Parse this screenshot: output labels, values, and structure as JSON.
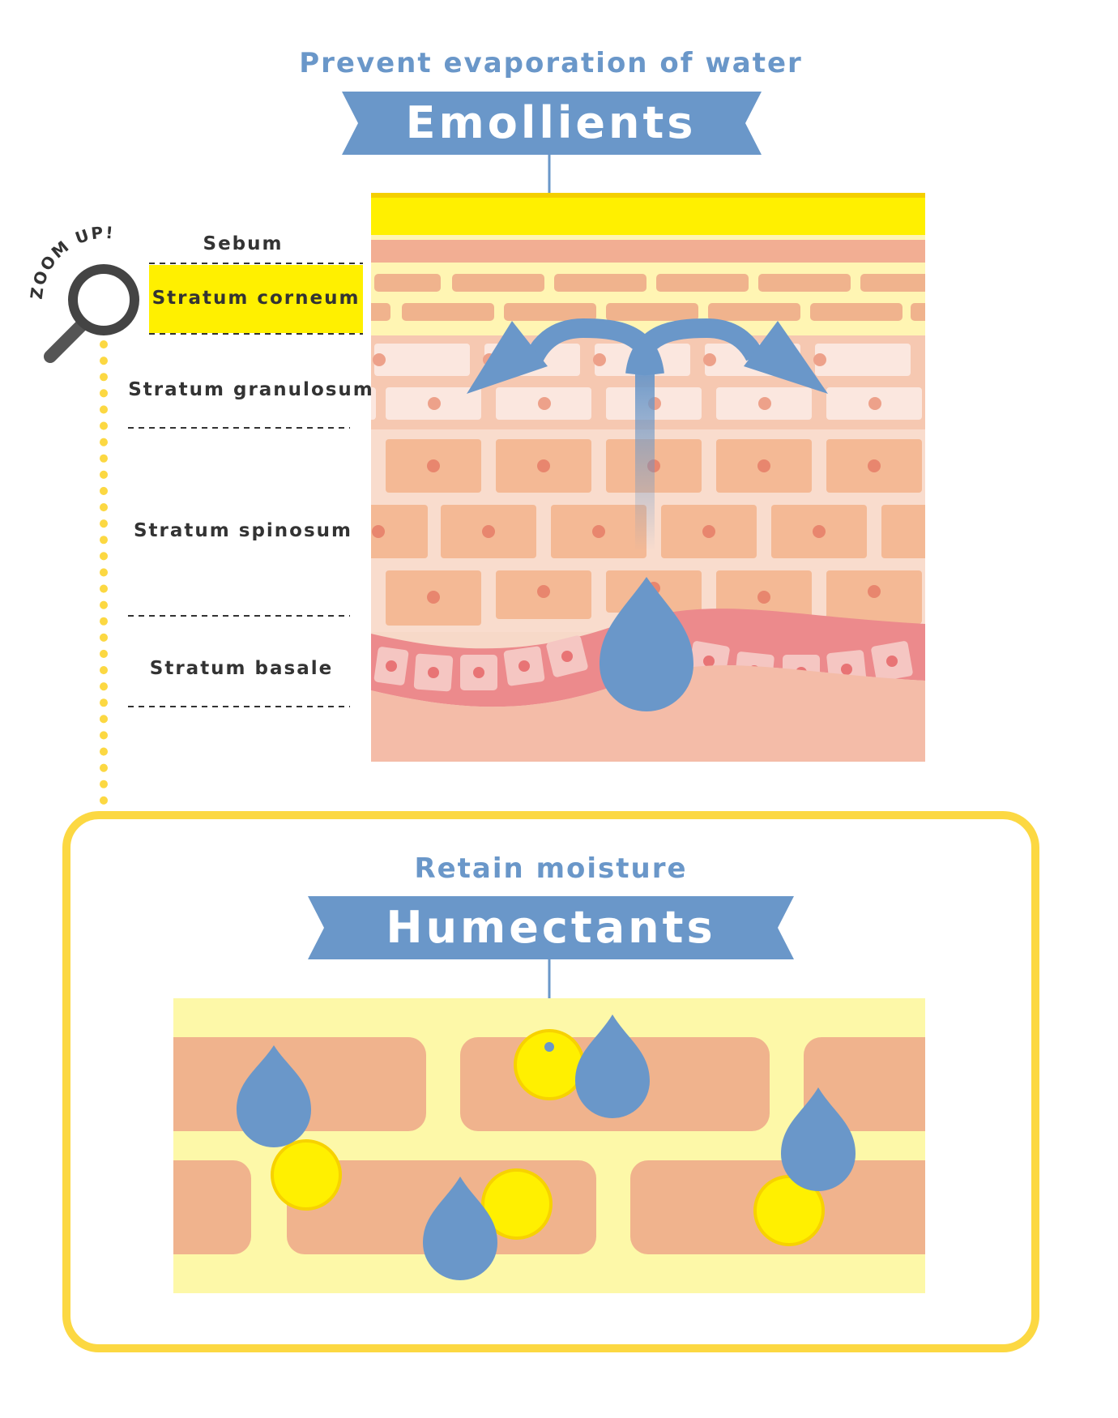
{
  "top": {
    "subtitle": "Prevent evaporation of water",
    "banner": "Emollients"
  },
  "zoom": {
    "label": "ZOOM UP!"
  },
  "layers": [
    {
      "key": "sebum",
      "label": "Sebum"
    },
    {
      "key": "corneum",
      "label": "Stratum corneum"
    },
    {
      "key": "granulosum",
      "label": "Stratum granulosum"
    },
    {
      "key": "spinosum",
      "label": "Stratum spinosum"
    },
    {
      "key": "basale",
      "label": "Stratum basale"
    }
  ],
  "bottom": {
    "subtitle": "Retain moisture",
    "banner": "Humectants"
  },
  "colors": {
    "accent_blue": "#6a97c9",
    "sebum_yellow": "#fff000",
    "frame_yellow": "#fcd842",
    "skin": "#f4b995",
    "brick": "#f0b38d",
    "basal_red": "#ec8a8c"
  }
}
